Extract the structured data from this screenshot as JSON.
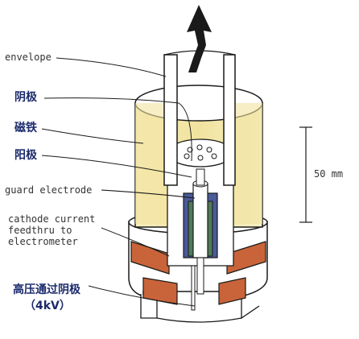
{
  "labels": {
    "envelope": "envelope",
    "anode_top": "阴极",
    "magnet": "磁铁",
    "anode_mid": "阳极",
    "guard_electrode": "guard electrode",
    "cathode_current_1": "cathode current",
    "cathode_current_2": "feedthru to",
    "cathode_current_3": "electrometer",
    "hv_feedthrough": "高压通过阴极",
    "hv_value": "（4kV）"
  },
  "scale_bar": {
    "label": "50 mm",
    "length_mm": 50
  },
  "colors": {
    "magnet_fill": "#f3e6a6",
    "copper": "#c9643a",
    "cathode_blue": "#4a5a9a",
    "cathode_green": "#4f7a58",
    "outline": "#1a1a1a",
    "chinese_label": "#1b2a6b"
  }
}
